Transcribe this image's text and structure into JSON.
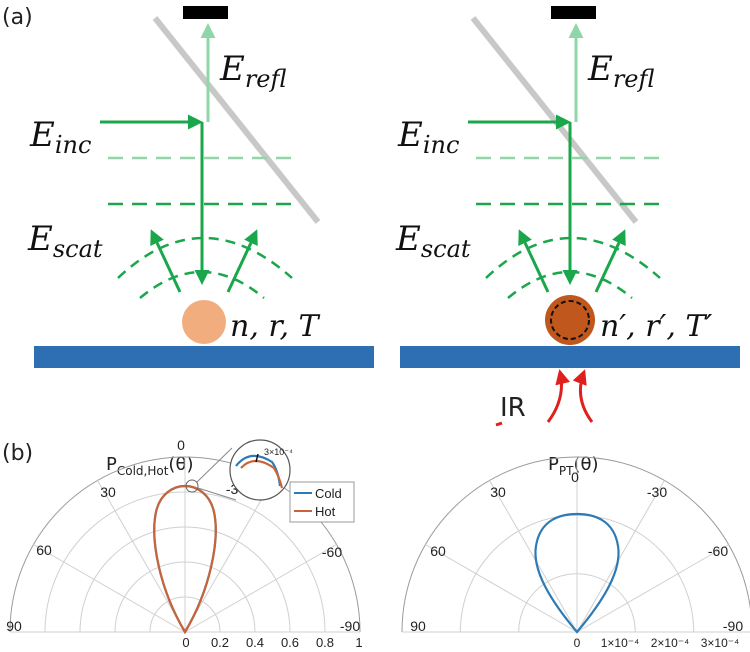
{
  "panel_labels": {
    "a": "(a)",
    "b": "(b)"
  },
  "left_setup": {
    "e_refl": "E",
    "e_refl_sub": "refl",
    "e_inc": "E",
    "e_inc_sub": "inc",
    "e_scat": "E",
    "e_scat_sub": "scat",
    "particle_params": "n, r, T"
  },
  "right_setup": {
    "e_refl": "E",
    "e_refl_sub": "refl",
    "e_inc": "E",
    "e_inc_sub": "inc",
    "e_scat": "E",
    "e_scat_sub": "scat",
    "particle_params": "n′, r′, T′",
    "ir_label": "IR"
  },
  "polar_left": {
    "title_main": "P",
    "title_sub": "Cold,Hot",
    "title_arg": "(θ)",
    "angle_ticks": [
      "0",
      "30",
      "-30",
      "60",
      "-60",
      "90",
      "-90"
    ],
    "radial_ticks": [
      "0",
      "0.2",
      "0.4",
      "0.6",
      "0.8",
      "1"
    ],
    "inset_label": "3×10⁻⁴",
    "legend": [
      "Cold",
      "Hot"
    ]
  },
  "polar_right": {
    "title_main": "P",
    "title_sub": "PT",
    "title_arg": "(θ)",
    "angle_ticks": [
      "0",
      "30",
      "-30",
      "60",
      "-60",
      "90",
      "-90"
    ],
    "radial_ticks": [
      "0",
      "1×10⁻⁴",
      "2×10⁻⁴",
      "3×10⁻⁴"
    ]
  },
  "colors": {
    "green": "#1aa64a",
    "light_green": "#8fd6a8",
    "substrate": "#2e6fb3",
    "cold_particle": "#f2ad7f",
    "hot_particle": "#c0571c",
    "cold_line": "#2c7bb6",
    "hot_line": "#c8643a",
    "ir": "#e0201c"
  }
}
